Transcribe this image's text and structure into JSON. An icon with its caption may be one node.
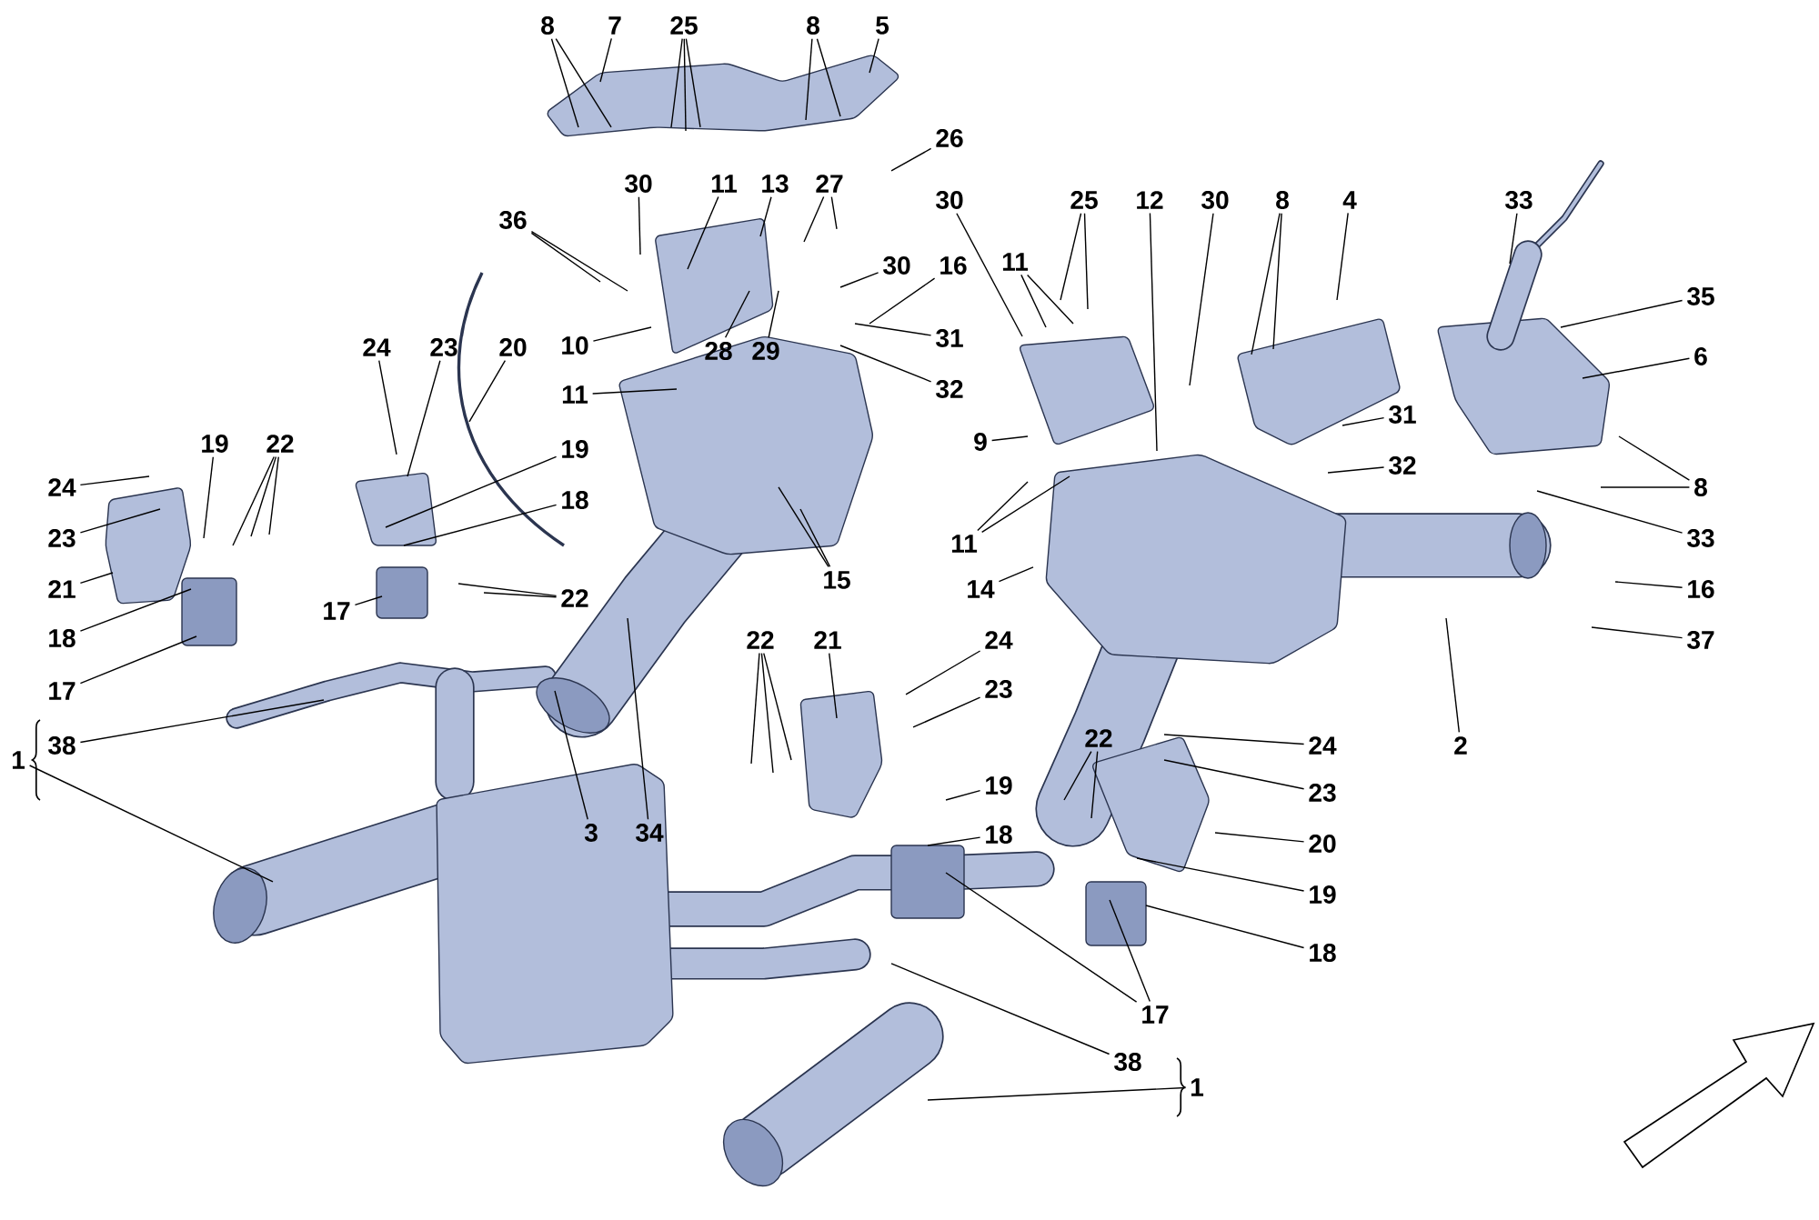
{
  "diagram": {
    "nodes": [
      {
        "text": [
          "8"
        ]
      },
      {
        "text": [
          "7"
        ]
      },
      {
        "text": [
          "25"
        ]
      },
      {
        "text": [
          "8"
        ]
      },
      {
        "text": [
          "5"
        ]
      },
      {
        "text": [
          "26"
        ]
      },
      {
        "text": [
          "33"
        ]
      },
      {
        "text": [
          "30"
        ]
      },
      {
        "text": [
          "11"
        ]
      },
      {
        "text": [
          "13"
        ]
      },
      {
        "text": [
          "27"
        ]
      },
      {
        "text": [
          "30"
        ]
      },
      {
        "text": [
          "25"
        ]
      },
      {
        "text": [
          "12"
        ]
      },
      {
        "text": [
          "30"
        ]
      },
      {
        "text": [
          "8"
        ]
      },
      {
        "text": [
          "4"
        ]
      },
      {
        "text": [
          "36"
        ]
      },
      {
        "text": [
          "30"
        ]
      },
      {
        "text": [
          "16"
        ]
      },
      {
        "text": [
          "11"
        ]
      },
      {
        "text": [
          "35"
        ]
      },
      {
        "text": [
          "31"
        ]
      },
      {
        "text": [
          "10"
        ]
      },
      {
        "text": [
          "28"
        ]
      },
      {
        "text": [
          "29"
        ]
      },
      {
        "text": [
          "24"
        ]
      },
      {
        "text": [
          "23"
        ]
      },
      {
        "text": [
          "20"
        ]
      },
      {
        "text": [
          "6"
        ]
      },
      {
        "text": [
          "32"
        ]
      },
      {
        "text": [
          "11"
        ]
      },
      {
        "text": [
          "31"
        ]
      },
      {
        "text": [
          "9"
        ]
      },
      {
        "text": [
          "19"
        ]
      },
      {
        "text": [
          "22"
        ]
      },
      {
        "text": [
          "19"
        ]
      },
      {
        "text": [
          "32"
        ]
      },
      {
        "text": [
          "24"
        ]
      },
      {
        "text": [
          "8"
        ]
      },
      {
        "text": [
          "18"
        ]
      },
      {
        "text": [
          "23"
        ]
      },
      {
        "text": [
          "33"
        ]
      },
      {
        "text": [
          "11"
        ]
      },
      {
        "text": [
          "15"
        ]
      },
      {
        "text": [
          "21"
        ]
      },
      {
        "text": [
          "14"
        ]
      },
      {
        "text": [
          "16"
        ]
      },
      {
        "text": [
          "22"
        ]
      },
      {
        "text": [
          "17"
        ]
      },
      {
        "text": [
          "18"
        ]
      },
      {
        "text": [
          "22"
        ]
      },
      {
        "text": [
          "21"
        ]
      },
      {
        "text": [
          "24"
        ]
      },
      {
        "text": [
          "37"
        ]
      },
      {
        "text": [
          "17"
        ]
      },
      {
        "text": [
          "23"
        ]
      },
      {
        "text": [
          "2"
        ]
      },
      {
        "text": [
          "24"
        ]
      },
      {
        "text": [
          "22"
        ]
      },
      {
        "text": [
          "1"
        ]
      },
      {
        "text": [
          "38"
        ]
      },
      {
        "text": [
          "19"
        ]
      },
      {
        "text": [
          "23"
        ]
      },
      {
        "text": [
          "3"
        ]
      },
      {
        "text": [
          "34"
        ]
      },
      {
        "text": [
          "18"
        ]
      },
      {
        "text": [
          "20"
        ]
      },
      {
        "text": [
          "19"
        ]
      },
      {
        "text": [
          "18"
        ]
      },
      {
        "text": [
          "17"
        ]
      },
      {
        "text": [
          "38"
        ]
      },
      {
        "text": [
          "1"
        ]
      }
    ],
    "edges": [
      {
        "from": 0,
        "to": null,
        "arrow": "none"
      },
      {
        "from": 0,
        "to": null,
        "arrow": "none"
      },
      {
        "from": 1,
        "to": null,
        "arrow": "none"
      },
      {
        "from": 2,
        "to": null,
        "arrow": "none"
      },
      {
        "from": 2,
        "to": null,
        "arrow": "none"
      },
      {
        "from": 2,
        "to": null,
        "arrow": "none"
      },
      {
        "from": 3,
        "to": null,
        "arrow": "none"
      },
      {
        "from": 3,
        "to": null,
        "arrow": "none"
      },
      {
        "from": 4,
        "to": null,
        "arrow": "none"
      },
      {
        "from": 5,
        "to": null,
        "arrow": "none"
      },
      {
        "from": 6,
        "to": null,
        "arrow": "none"
      },
      {
        "from": 7,
        "to": null,
        "arrow": "none"
      },
      {
        "from": 8,
        "to": null,
        "arrow": "none"
      },
      {
        "from": 9,
        "to": null,
        "arrow": "none"
      },
      {
        "from": 10,
        "to": null,
        "arrow": "none"
      },
      {
        "from": 10,
        "to": null,
        "arrow": "none"
      },
      {
        "from": 11,
        "to": null,
        "arrow": "none"
      },
      {
        "from": 12,
        "to": null,
        "arrow": "none"
      },
      {
        "from": 12,
        "to": null,
        "arrow": "none"
      },
      {
        "from": 13,
        "to": null,
        "arrow": "none"
      },
      {
        "from": 14,
        "to": null,
        "arrow": "none"
      },
      {
        "from": 15,
        "to": null,
        "arrow": "none"
      },
      {
        "from": 15,
        "to": null,
        "arrow": "none"
      },
      {
        "from": 16,
        "to": null,
        "arrow": "none"
      },
      {
        "from": 17,
        "to": null,
        "arrow": "none"
      },
      {
        "from": 17,
        "to": null,
        "arrow": "none"
      },
      {
        "from": 18,
        "to": null,
        "arrow": "none"
      },
      {
        "from": 19,
        "to": null,
        "arrow": "none"
      },
      {
        "from": 20,
        "to": null,
        "arrow": "none"
      },
      {
        "from": 20,
        "to": null,
        "arrow": "none"
      },
      {
        "from": 21,
        "to": null,
        "arrow": "none"
      },
      {
        "from": 22,
        "to": null,
        "arrow": "none"
      },
      {
        "from": 23,
        "to": null,
        "arrow": "none"
      },
      {
        "from": 24,
        "to": null,
        "arrow": "none"
      },
      {
        "from": 25,
        "to": null,
        "arrow": "none"
      },
      {
        "from": 26,
        "to": null,
        "arrow": "none"
      },
      {
        "from": 27,
        "to": null,
        "arrow": "none"
      },
      {
        "from": 28,
        "to": null,
        "arrow": "none"
      },
      {
        "from": 29,
        "to": null,
        "arrow": "none"
      },
      {
        "from": 30,
        "to": null,
        "arrow": "none"
      },
      {
        "from": 31,
        "to": null,
        "arrow": "none"
      },
      {
        "from": 32,
        "to": null,
        "arrow": "none"
      },
      {
        "from": 33,
        "to": null,
        "arrow": "none"
      },
      {
        "from": 34,
        "to": null,
        "arrow": "none"
      },
      {
        "from": 35,
        "to": null,
        "arrow": "none"
      },
      {
        "from": 35,
        "to": null,
        "arrow": "none"
      },
      {
        "from": 35,
        "to": null,
        "arrow": "none"
      },
      {
        "from": 36,
        "to": null,
        "arrow": "none"
      },
      {
        "from": 37,
        "to": null,
        "arrow": "none"
      },
      {
        "from": 38,
        "to": null,
        "arrow": "none"
      },
      {
        "from": 39,
        "to": null,
        "arrow": "none"
      },
      {
        "from": 39,
        "to": null,
        "arrow": "none"
      },
      {
        "from": 40,
        "to": null,
        "arrow": "none"
      },
      {
        "from": 41,
        "to": null,
        "arrow": "none"
      },
      {
        "from": 42,
        "to": null,
        "arrow": "none"
      },
      {
        "from": 43,
        "to": null,
        "arrow": "none"
      },
      {
        "from": 43,
        "to": null,
        "arrow": "none"
      },
      {
        "from": 44,
        "to": null,
        "arrow": "none"
      },
      {
        "from": 44,
        "to": null,
        "arrow": "none"
      },
      {
        "from": 45,
        "to": null,
        "arrow": "none"
      },
      {
        "from": 46,
        "to": null,
        "arrow": "none"
      },
      {
        "from": 47,
        "to": null,
        "arrow": "none"
      },
      {
        "from": 48,
        "to": null,
        "arrow": "none"
      },
      {
        "from": 48,
        "to": null,
        "arrow": "none"
      },
      {
        "from": 49,
        "to": null,
        "arrow": "none"
      },
      {
        "from": 50,
        "to": null,
        "arrow": "none"
      },
      {
        "from": 51,
        "to": null,
        "arrow": "none"
      },
      {
        "from": 51,
        "to": null,
        "arrow": "none"
      },
      {
        "from": 51,
        "to": null,
        "arrow": "none"
      },
      {
        "from": 52,
        "to": null,
        "arrow": "none"
      },
      {
        "from": 53,
        "to": null,
        "arrow": "none"
      },
      {
        "from": 54,
        "to": null,
        "arrow": "none"
      },
      {
        "from": 55,
        "to": null,
        "arrow": "none"
      },
      {
        "from": 56,
        "to": null,
        "arrow": "none"
      },
      {
        "from": 57,
        "to": null,
        "arrow": "none"
      },
      {
        "from": 58,
        "to": null,
        "arrow": "none"
      },
      {
        "from": 59,
        "to": null,
        "arrow": "none"
      },
      {
        "from": 59,
        "to": null,
        "arrow": "none"
      },
      {
        "from": 60,
        "to": null,
        "arrow": "none"
      },
      {
        "from": 61,
        "to": null,
        "arrow": "none"
      },
      {
        "from": 62,
        "to": null,
        "arrow": "none"
      },
      {
        "from": 63,
        "to": null,
        "arrow": "none"
      },
      {
        "from": 64,
        "to": null,
        "arrow": "none"
      },
      {
        "from": 65,
        "to": null,
        "arrow": "none"
      },
      {
        "from": 66,
        "to": null,
        "arrow": "none"
      },
      {
        "from": 67,
        "to": null,
        "arrow": "none"
      },
      {
        "from": 68,
        "to": null,
        "arrow": "none"
      },
      {
        "from": 69,
        "to": null,
        "arrow": "none"
      },
      {
        "from": 70,
        "to": null,
        "arrow": "none"
      },
      {
        "from": 70,
        "to": null,
        "arrow": "none"
      },
      {
        "from": 71,
        "to": null,
        "arrow": "none"
      },
      {
        "from": 72,
        "to": null,
        "arrow": "none"
      }
    ]
  }
}
